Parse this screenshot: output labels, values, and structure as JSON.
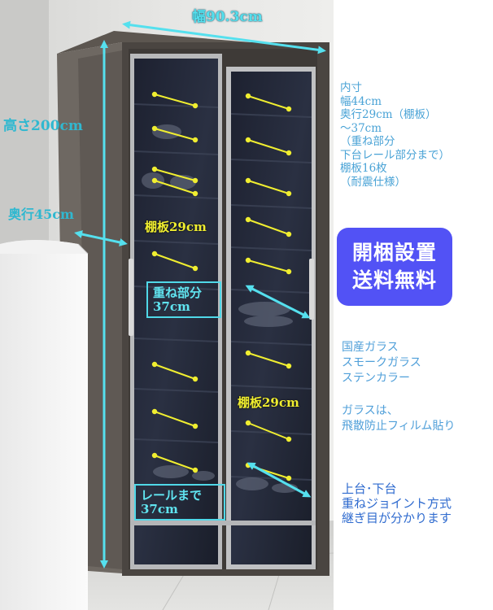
{
  "dimensions": {
    "width": "幅90.3cm",
    "height": "高さ200cm",
    "depth": "奥行45cm"
  },
  "shelf_labels": {
    "upper": "棚板29cm",
    "lower": "棚板29cm"
  },
  "overlap_box": {
    "line1": "重ね部分",
    "line2": "37cm"
  },
  "rail_box": {
    "line1": "レールまで",
    "line2": "37cm"
  },
  "inner_specs": {
    "lines": [
      "内寸",
      "幅44cm",
      "奥行29cm（棚板）",
      "～37cm",
      "（重ね部分",
      "下台レール部分まで）",
      "棚板16枚",
      "（耐震仕様）"
    ]
  },
  "badge": {
    "line1": "開梱設置",
    "line2": "送料無料",
    "color": "#5252f5"
  },
  "glass_notes": {
    "lines": [
      "国産ガラス",
      "スモークガラス",
      "ステンカラー"
    ]
  },
  "film_note": {
    "lines": [
      "ガラスは、",
      "飛散防止フィルム貼り"
    ]
  },
  "joint_note": {
    "lines": [
      "上台･下台",
      "重ねジョイント方式",
      "継ぎ目が分かります"
    ]
  },
  "colors": {
    "dimension_arrow": "#55e0ee",
    "shelf_marker": "#f0ee30",
    "spec_text": "#4aa3d6"
  }
}
